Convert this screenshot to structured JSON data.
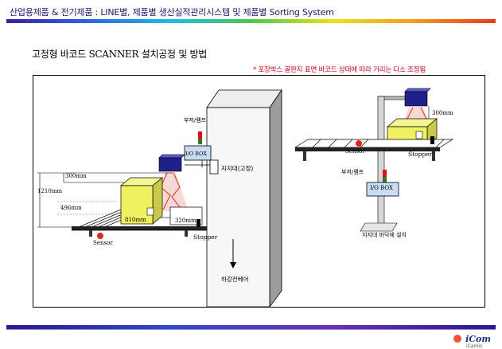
{
  "header": {
    "title": "산업용제품 & 전기제품 : LINE별, 제품별 생산실적관리시스템 및 제품별 Sorting System"
  },
  "subtitle": "고정형 바코드 SCANNER 설치공정 및 방법",
  "note": "* 포장박스 골판지 표면 바코드 상태에 따라 거리는 다소 조정됨",
  "left_diagram": {
    "buzzer_lamp": "부저/램프",
    "io_box": "I/O BOX",
    "support_label": "지지대(고정)",
    "dim_300": "300mm",
    "dim_1210": "1210mm",
    "dim_496": "496mm",
    "dim_810": "810mm",
    "dim_320": "320mm",
    "sensor": "Sensor",
    "stopper": "Stopper",
    "conveyor_down": "하강컨베어"
  },
  "right_diagram": {
    "dim_300": "300mm",
    "sensor": "Sensor",
    "stopper": "Stopper",
    "buzzer_lamp": "부저/램프",
    "io_box": "I/O BOX",
    "floor_label": "지지대 바닥에 설치"
  },
  "logo": {
    "main": "iCom",
    "sub": "iCamis"
  }
}
